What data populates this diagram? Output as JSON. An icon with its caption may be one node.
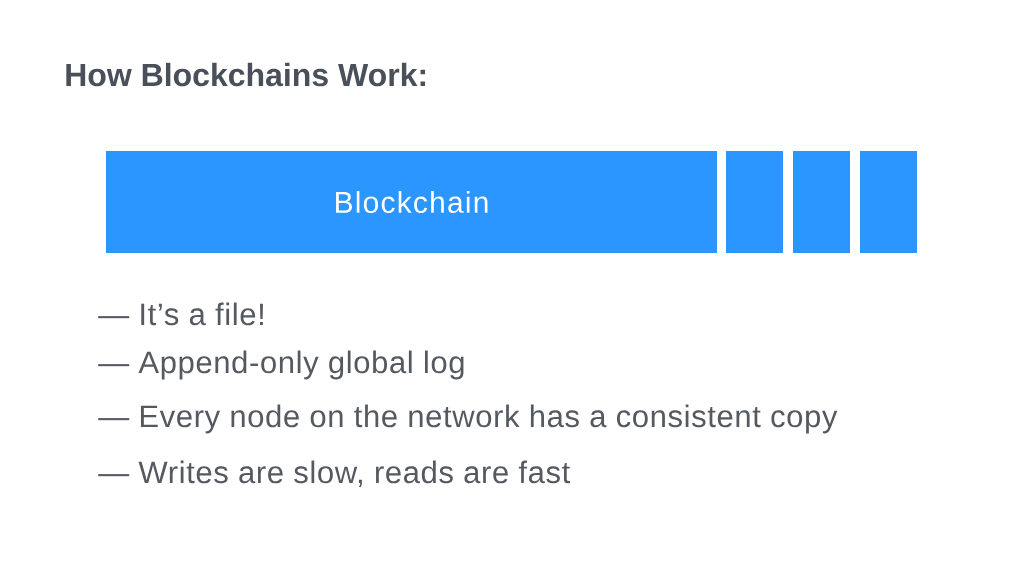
{
  "diagram": {
    "title": "How Blockchains Work:",
    "nodes": [
      {
        "text": [
          "Blockchain"
        ]
      },
      {
        "text": [],
        "shape": "box"
      },
      {
        "text": [],
        "shape": "box"
      },
      {
        "text": [],
        "shape": "box"
      }
    ],
    "labels": [
      "— It’s a file!",
      "— Append-only global log",
      "— Every node on the network has a consistent copy",
      "— Writes are slow, reads are fast"
    ]
  }
}
